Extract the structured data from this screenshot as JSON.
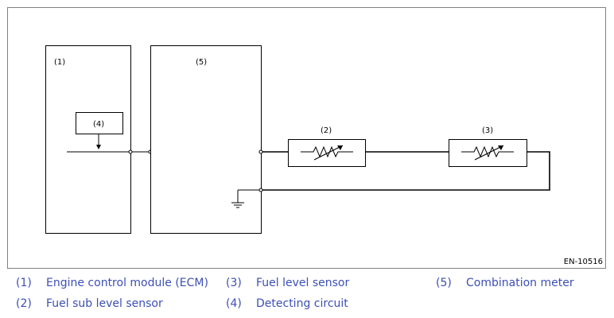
{
  "figure_id": "EN-10516",
  "components": {
    "ecm": "(1)",
    "fuel_sub_level_sensor": "(2)",
    "fuel_level_sensor": "(3)",
    "detecting_circuit": "(4)",
    "combination_meter": "(5)"
  },
  "legend": [
    {
      "num": "(1)",
      "text": "Engine control module (ECM)"
    },
    {
      "num": "(2)",
      "text": "Fuel sub level sensor"
    },
    {
      "num": "(3)",
      "text": "Fuel level sensor"
    },
    {
      "num": "(4)",
      "text": "Detecting circuit"
    },
    {
      "num": "(5)",
      "text": "Combination meter"
    }
  ],
  "colors": {
    "legend_text": "#3d4fb5",
    "line": "#000000"
  }
}
